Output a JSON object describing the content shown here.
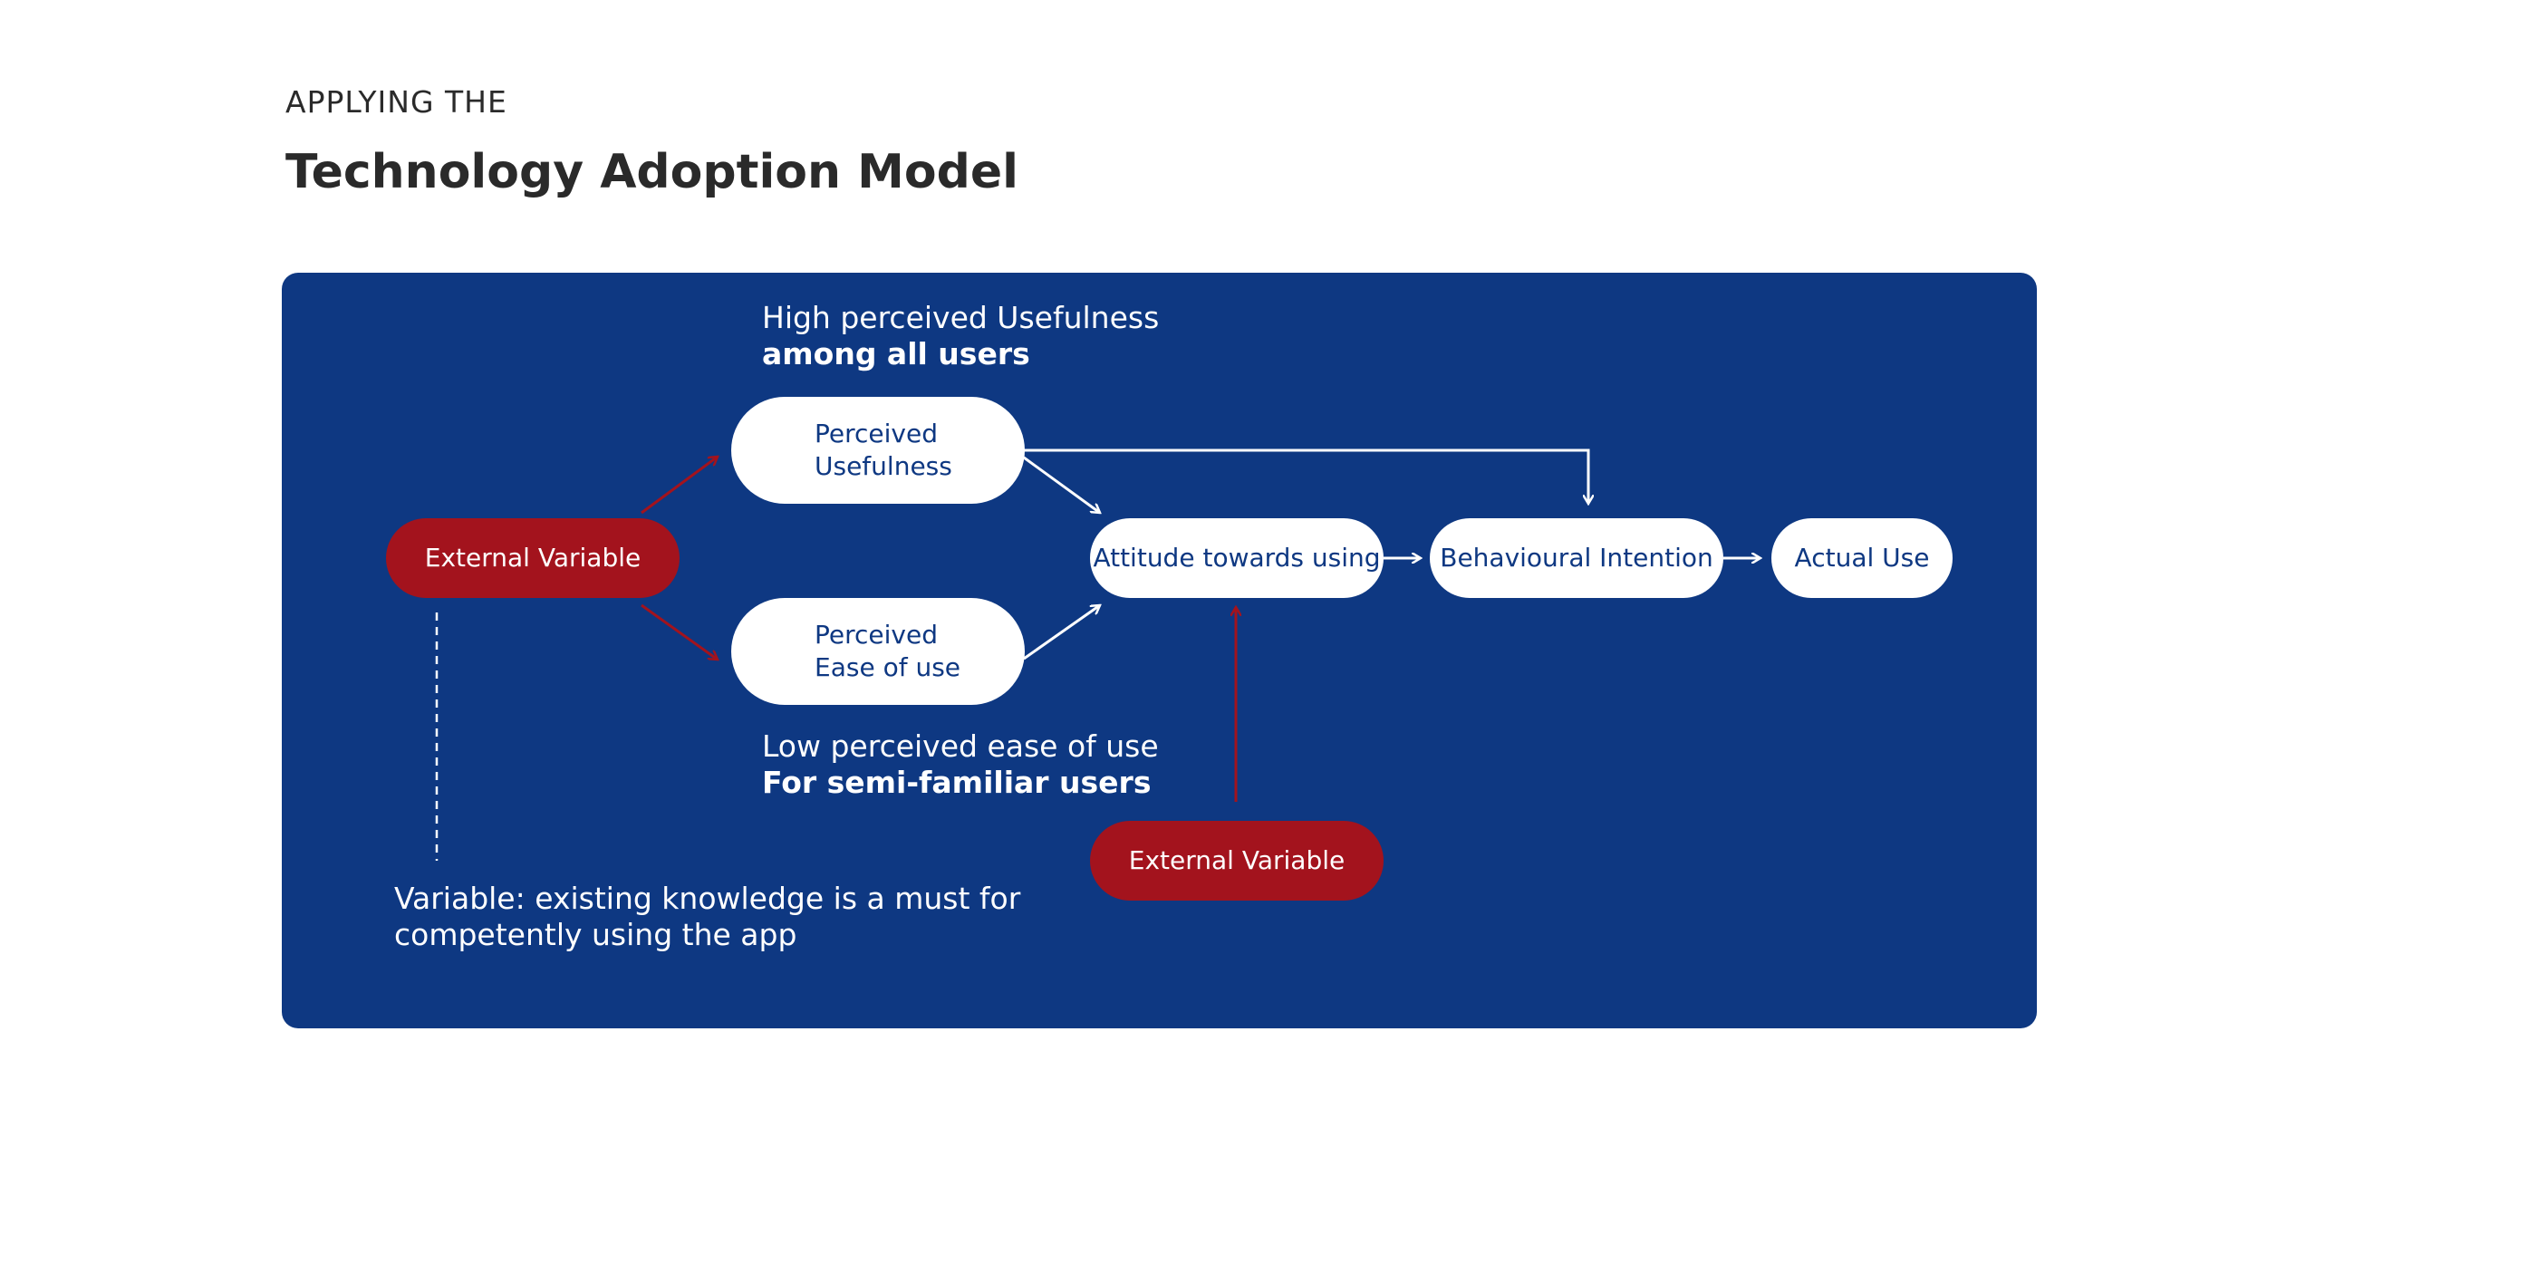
{
  "header": {
    "eyebrow": "APPLYING THE",
    "title": "Technology Adoption Model"
  },
  "diagram": {
    "nodes": {
      "external_left": "External Variable",
      "usefulness_line1": "Perceived",
      "usefulness_line2": "Usefulness",
      "ease_line1": "Perceived",
      "ease_line2": "Ease of use",
      "attitude": "Attitude towards using",
      "intention": "Behavioural Intention",
      "actual_use": "Actual Use",
      "external_bottom": "External Variable"
    },
    "notes": {
      "usefulness_line1": "High perceived Usefulness",
      "usefulness_line2": "among all users",
      "ease_line1": "Low perceived ease of use",
      "ease_line2": "For semi-familiar users",
      "variable_line1": "Variable: existing knowledge is a must for",
      "variable_line2": "competently using the app"
    },
    "colors": {
      "panel": "#0e3882",
      "external_node": "#a3131d",
      "node": "#ffffff",
      "arrow_white": "#ffffff",
      "arrow_red": "#a3131d"
    }
  }
}
